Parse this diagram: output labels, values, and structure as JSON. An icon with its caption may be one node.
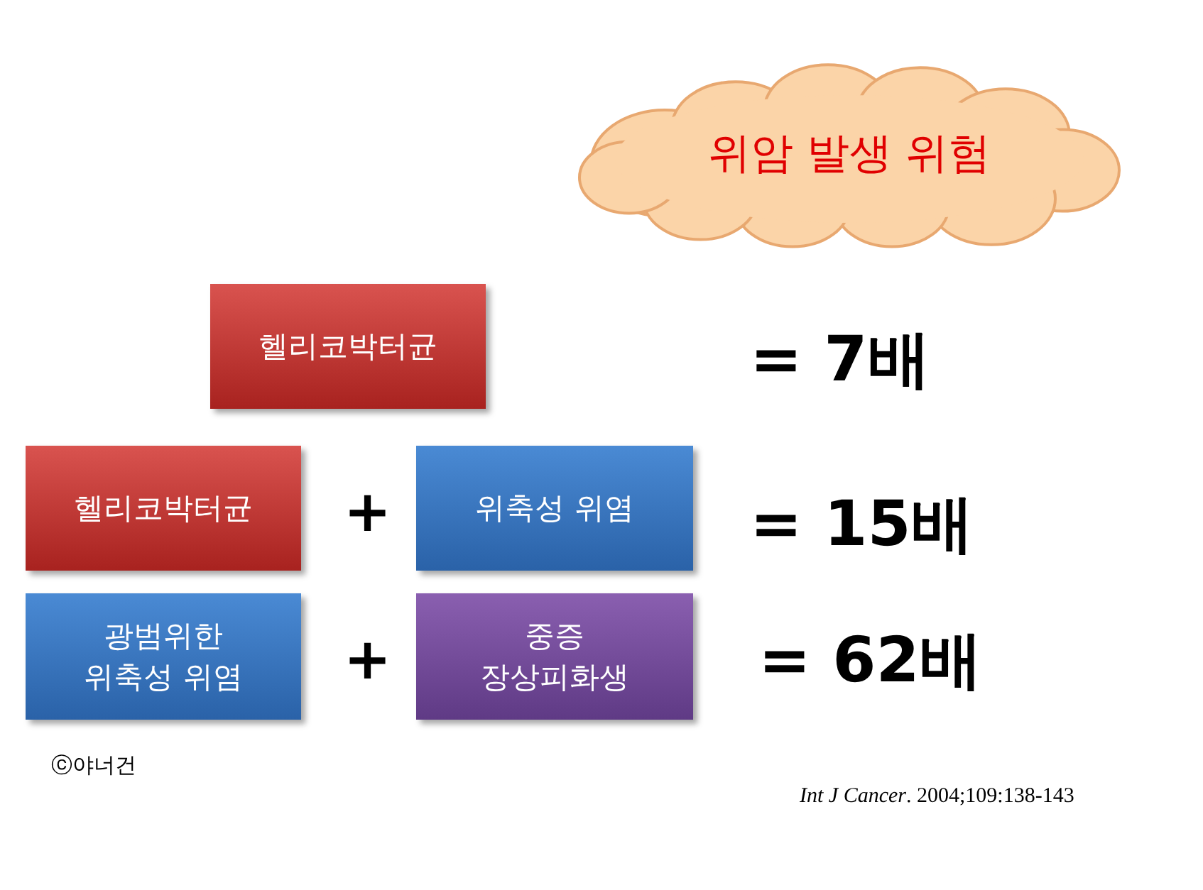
{
  "diagram": {
    "nodes": [
      {
        "text": [
          "위암 발생 위험"
        ]
      },
      {
        "text": [
          "헬리코박터균"
        ]
      },
      {
        "text": [
          "헬리코박터균"
        ]
      },
      {
        "text": [
          "위축성 위염"
        ]
      },
      {
        "text": [
          "광범위한 위축성 위염"
        ]
      },
      {
        "text": [
          "중증 장상피화생"
        ]
      }
    ],
    "labels": [
      "= 7배",
      "+",
      "= 15배",
      "+",
      "= 62배",
      "ⓒ야너건",
      "*Int J Cancer*. 2004;109:138-143"
    ]
  }
}
